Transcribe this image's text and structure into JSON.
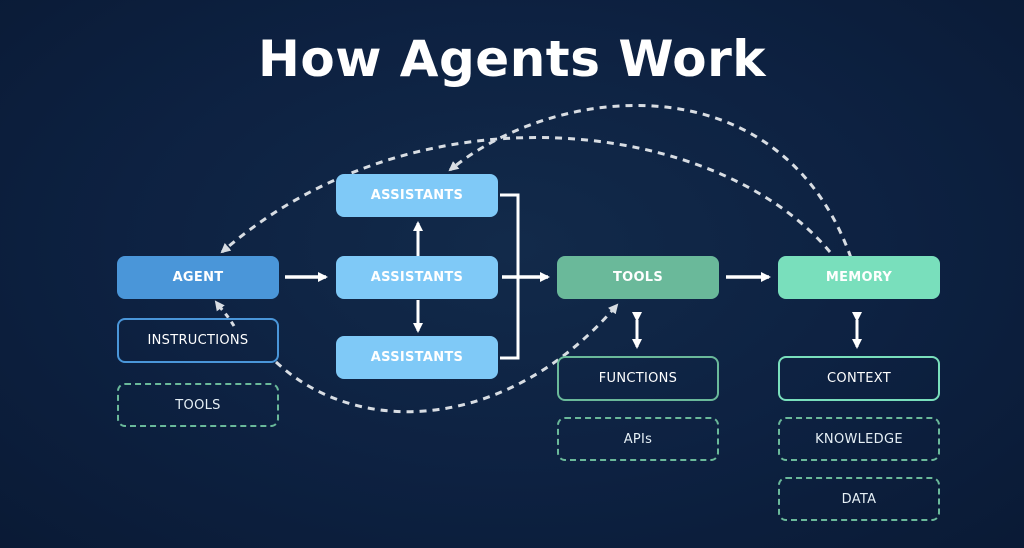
{
  "title": "How Agents Work",
  "nodes": {
    "agent": "AGENT",
    "instructions": "INSTRUCTIONS",
    "agent_tools": "TOOLS",
    "assistants_top": "ASSISTANTS",
    "assistants_mid": "ASSISTANTS",
    "assistants_bot": "ASSISTANTS",
    "tools": "TOOLS",
    "functions": "FUNCTIONS",
    "apis": "APIs",
    "memory": "MEMORY",
    "context": "CONTEXT",
    "knowledge": "KNOWLEDGE",
    "data": "DATA"
  },
  "colors": {
    "background": "#0d2141",
    "agent": "#4a96d9",
    "assistants": "#7fc9f7",
    "tools": "#6ab99a",
    "memory": "#79dfbc",
    "arrow": "#ffffff",
    "dashed_arrow": "#d8dde3"
  }
}
